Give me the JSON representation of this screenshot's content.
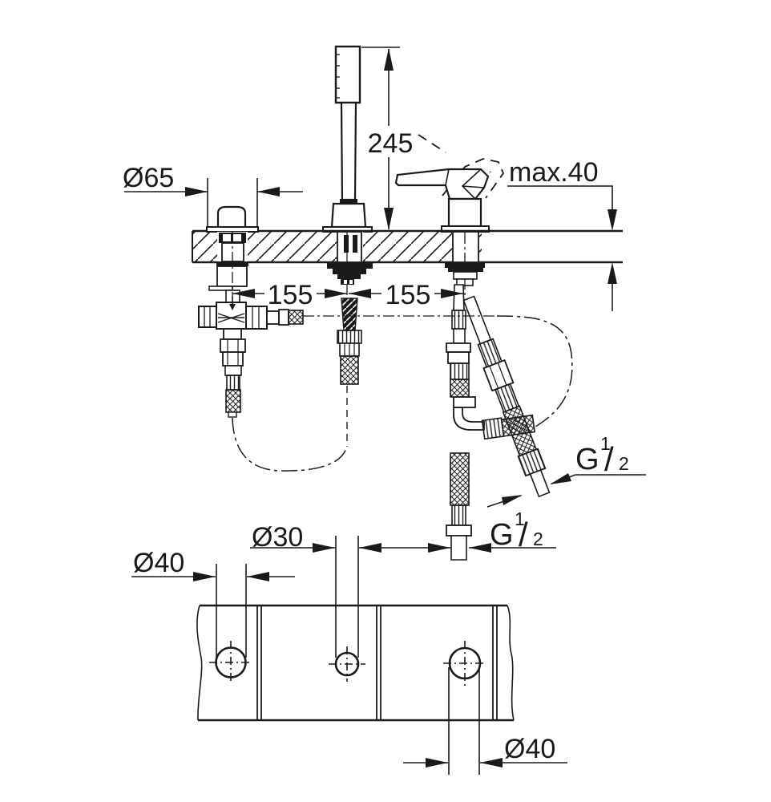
{
  "drawing": {
    "kind": "faucet installation dimension drawing",
    "colors": {
      "line": "#1a1a1a",
      "background": "#ffffff"
    },
    "upper_view": {
      "dims": {
        "escutcheon_diameter": "Ø65",
        "shower_pullout_height": "245",
        "max_deck_thickness": "max.40",
        "spacing_left": "155",
        "spacing_right": "155",
        "thread_diagonal": {
          "base": "G",
          "sup": "1",
          "slash": "/",
          "sub": "2"
        },
        "thread_vertical": {
          "base": "G",
          "sup": "1",
          "slash": "/",
          "sub": "2"
        }
      }
    },
    "lower_view": {
      "dims": {
        "hole_left": "Ø40",
        "hole_center": "Ø30",
        "hole_right": "Ø40"
      }
    }
  }
}
